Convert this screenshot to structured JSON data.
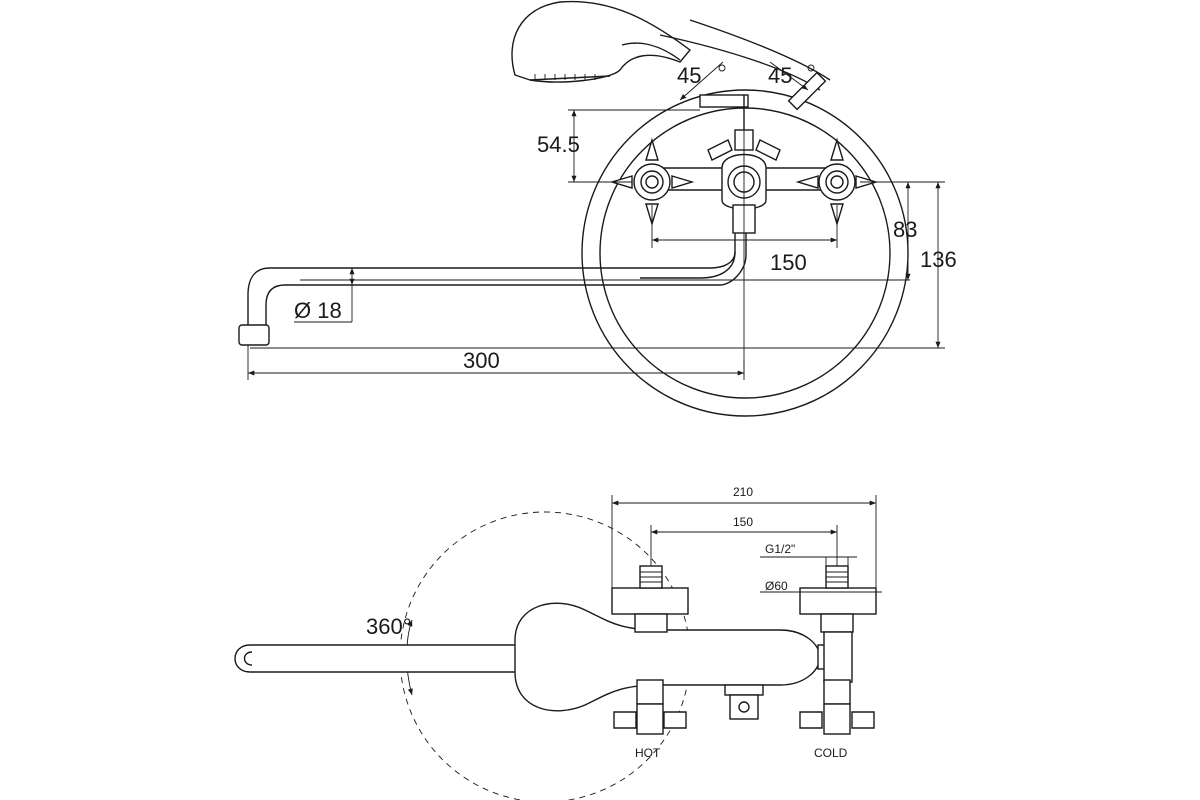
{
  "front_view": {
    "dim_angle_left": "45",
    "dim_angle_right": "45",
    "dim_handle_height": "54.5",
    "dim_centers": "150",
    "dim_spout_height": "83",
    "dim_total_height": "136",
    "dim_spout_diameter": "Ø 18",
    "dim_spout_length": "300"
  },
  "top_view": {
    "dim_overall_width": "210",
    "dim_centers": "150",
    "dim_thread": "G1/2\"",
    "dim_flange": "Ø60",
    "rotation_label": "360°",
    "label_hot": "HOT",
    "label_cold": "COLD"
  }
}
